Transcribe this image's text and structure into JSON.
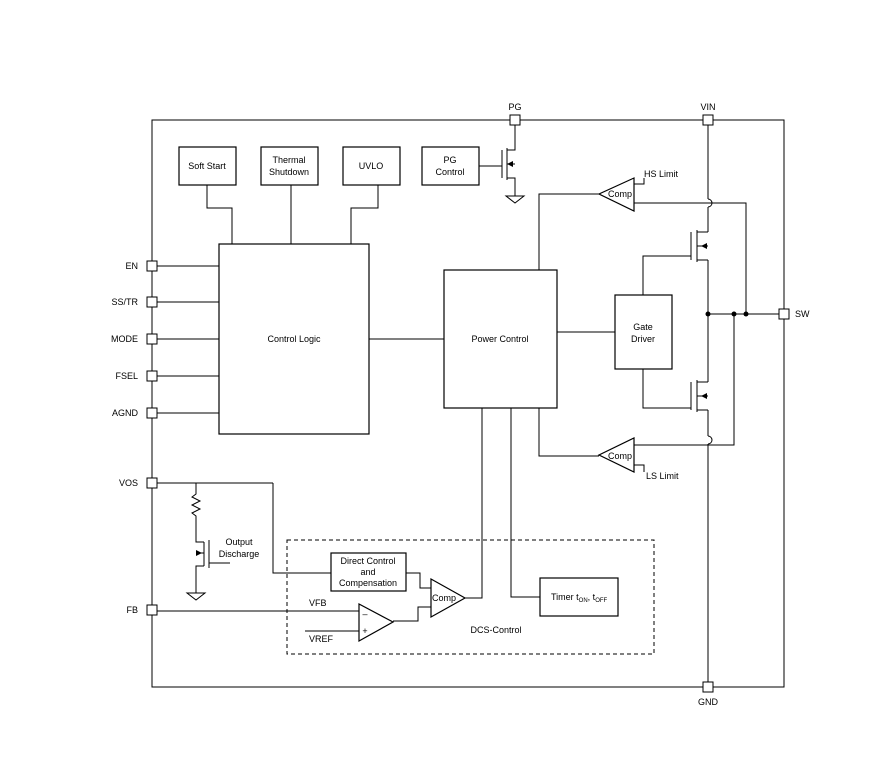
{
  "pins": {
    "pg": "PG",
    "vin": "VIN",
    "en": "EN",
    "ss_tr": "SS/TR",
    "mode": "MODE",
    "fsel": "FSEL",
    "agnd": "AGND",
    "vos": "VOS",
    "fb": "FB",
    "sw": "SW",
    "gnd": "GND"
  },
  "blocks": {
    "soft_start": "Soft Start",
    "thermal_1": "Thermal",
    "thermal_2": "Shutdown",
    "uvlo": "UVLO",
    "pg_ctrl_1": "PG",
    "pg_ctrl_2": "Control",
    "control_logic": "Control Logic",
    "power_control": "Power Control",
    "gate_1": "Gate",
    "gate_2": "Driver",
    "direct_1": "Direct Control",
    "direct_2": "and",
    "direct_3": "Compensation",
    "timer": "Timer t",
    "timer_on": "ON",
    "timer_off": "OFF",
    "timer_sep": ", t",
    "dcs": "DCS-Control"
  },
  "labels": {
    "comp_hs": "Comp",
    "comp_ls": "Comp",
    "comp_main": "Comp",
    "hs_limit": "HS Limit",
    "ls_limit": "LS Limit",
    "output_discharge_1": "Output",
    "output_discharge_2": "Discharge",
    "vfb": "VFB",
    "vref": "VREF",
    "minus": "–",
    "plus": "+"
  }
}
